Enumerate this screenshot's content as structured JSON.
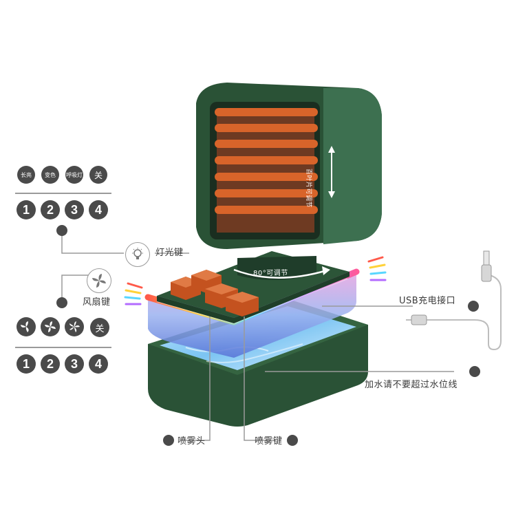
{
  "labels": {
    "light_key": "灯光键",
    "fan_key": "风扇键",
    "usb_port": "USB充电接口",
    "water_line": "加水请不要超过水位线",
    "spray_head": "喷雾头",
    "spray_key": "喷雾键",
    "louver": "百叶片可调节",
    "rotate": "80°可调节"
  },
  "light_modes": {
    "names": [
      "长亮",
      "变色",
      "呼吸灯",
      "关"
    ],
    "numbers": [
      "1",
      "2",
      "3",
      "4"
    ]
  },
  "fan_modes": {
    "icons": [
      "fan-low-icon",
      "fan-mid-icon",
      "fan-high-icon"
    ],
    "off_label": "关",
    "numbers": [
      "1",
      "2",
      "3",
      "4"
    ]
  },
  "colors": {
    "body_green": "#2f5a3c",
    "louver_orange": "#d8642a",
    "badge_gray": "#4a4a4a",
    "line_gray": "#9a9a9a"
  }
}
